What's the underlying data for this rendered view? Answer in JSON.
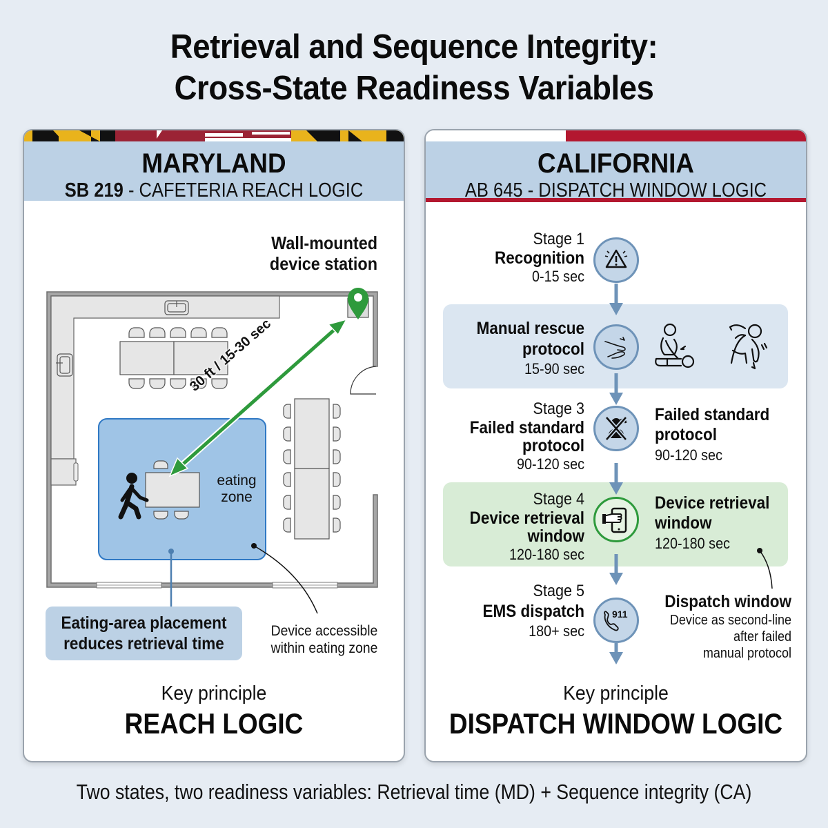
{
  "title": {
    "line1": "Retrieval and Sequence Integrity:",
    "line2": "Cross-State Readiness Variables"
  },
  "maryland": {
    "state": "MARYLAND",
    "bill_number": "SB 219",
    "bill_separator": " - ",
    "bill_topic": "CAFETERIA REACH LOGIC",
    "flag_colors": {
      "gold": "#e9b31c",
      "black": "#111111",
      "red": "#9b2335",
      "white": "#ffffff"
    },
    "floorplan": {
      "station_label_1": "Wall-mounted",
      "station_label_2": "device station",
      "distance_label": "30 ft / 15-30 sec",
      "zone_label_1": "eating",
      "zone_label_2": "zone",
      "callout_box_1": "Eating-area placement",
      "callout_box_2": "reduces retrieval time",
      "callout_note_1": "Device accessible",
      "callout_note_2": "within eating zone",
      "colors": {
        "arrow": "#2e9a3c",
        "zone": "#9fc4e6",
        "zone_border": "#2f78c4",
        "pin": "#2e9a3c"
      }
    },
    "key_label": "Key principle",
    "key_value": "REACH LOGIC"
  },
  "california": {
    "state": "CALIFORNIA",
    "bill_number": "AB 645",
    "bill_separator": " - ",
    "bill_topic": "DISPATCH WINDOW LOGIC",
    "flag_colors": {
      "red": "#b3172f",
      "white": "#ffffff"
    },
    "stages": [
      {
        "num": "Stage 1",
        "name": "Recognition",
        "time": "0-15 sec",
        "icon": "warning-icon"
      },
      {
        "num": "",
        "name_1": "Manual rescue",
        "name_2": "protocol",
        "time": "15-90 sec",
        "icon": "hands-icon",
        "extra_icons": [
          "cpr-icon",
          "back-blow-icon"
        ]
      },
      {
        "num": "Stage 3",
        "name_1": "Failed standard",
        "name_2": "protocol",
        "time": "90-120 sec",
        "icon": "crossed-person-icon",
        "right_name_1": "Failed standard",
        "right_name_2": "protocol",
        "right_time": "90-120 sec"
      },
      {
        "num": "Stage 4",
        "name_1": "Device retrieval",
        "name_2": "window",
        "time": "120-180 sec",
        "icon": "hand-device-icon",
        "right_name_1": "Device retrieval",
        "right_name_2": "window",
        "right_time": "120-180 sec"
      },
      {
        "num": "Stage 5",
        "name": "EMS dispatch",
        "time": "180+ sec",
        "icon": "phone-911-icon",
        "icon_text": "911",
        "right_name": "Dispatch window",
        "right_note_1": "Device as second-line",
        "right_note_2": "after failed",
        "right_note_3": "manual protocol"
      }
    ],
    "colors": {
      "node": "#c4d6e8",
      "node_border": "#6e93b8",
      "band_blue": "#dbe6f1",
      "band_green": "#d8ecd6",
      "active_border": "#2e9a3c"
    },
    "key_label": "Key principle",
    "key_value": "DISPATCH WINDOW LOGIC"
  },
  "footer": "Two states, two readiness variables: Retrieval time (MD) + Sequence integrity (CA)"
}
